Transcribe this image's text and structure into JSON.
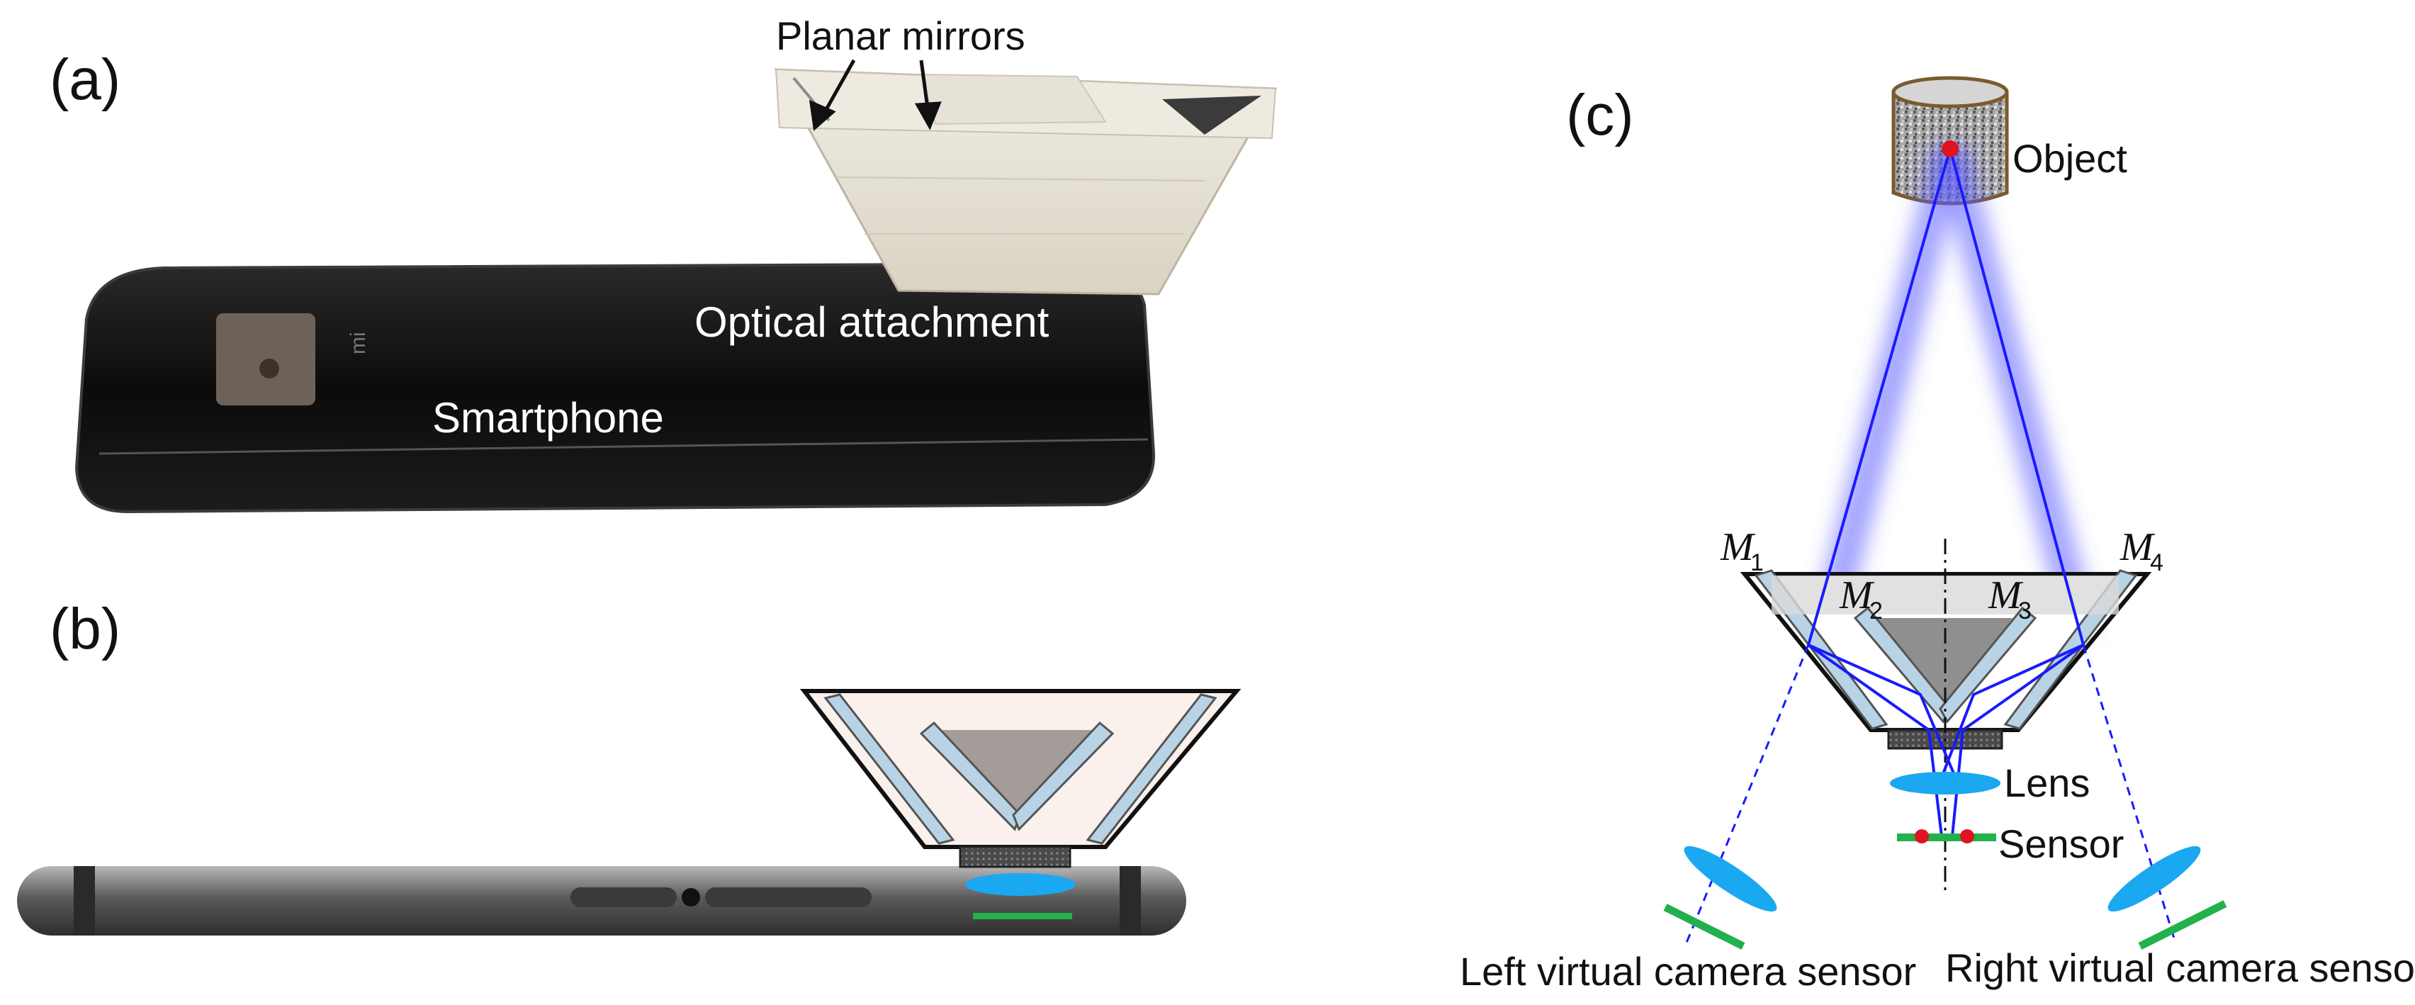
{
  "panels": {
    "a": {
      "label": "(a)"
    },
    "b": {
      "label": "(b)"
    },
    "c": {
      "label": "(c)"
    }
  },
  "photo": {
    "mirrors_label": "Planar mirrors",
    "attachment_label": "Optical attachment",
    "phone_label": "Smartphone",
    "phone_logo": "mi"
  },
  "schematic": {
    "object_label": "Object",
    "mirror_labels": [
      {
        "letter": "M",
        "sub": "1"
      },
      {
        "letter": "M",
        "sub": "2"
      },
      {
        "letter": "M",
        "sub": "3"
      },
      {
        "letter": "M",
        "sub": "4"
      }
    ],
    "lens_label": "Lens",
    "sensor_label": "Sensor",
    "left_sensor_label": "Left virtual camera sensor",
    "right_sensor_label": "Right virtual camera sensor"
  },
  "colors": {
    "ray_blue": "#1a1aff",
    "lens_blue": "#1aa8f0",
    "sensor_green": "#22b14c",
    "mirror_fill": "#b9d3e6",
    "point_red": "#e0141e"
  }
}
